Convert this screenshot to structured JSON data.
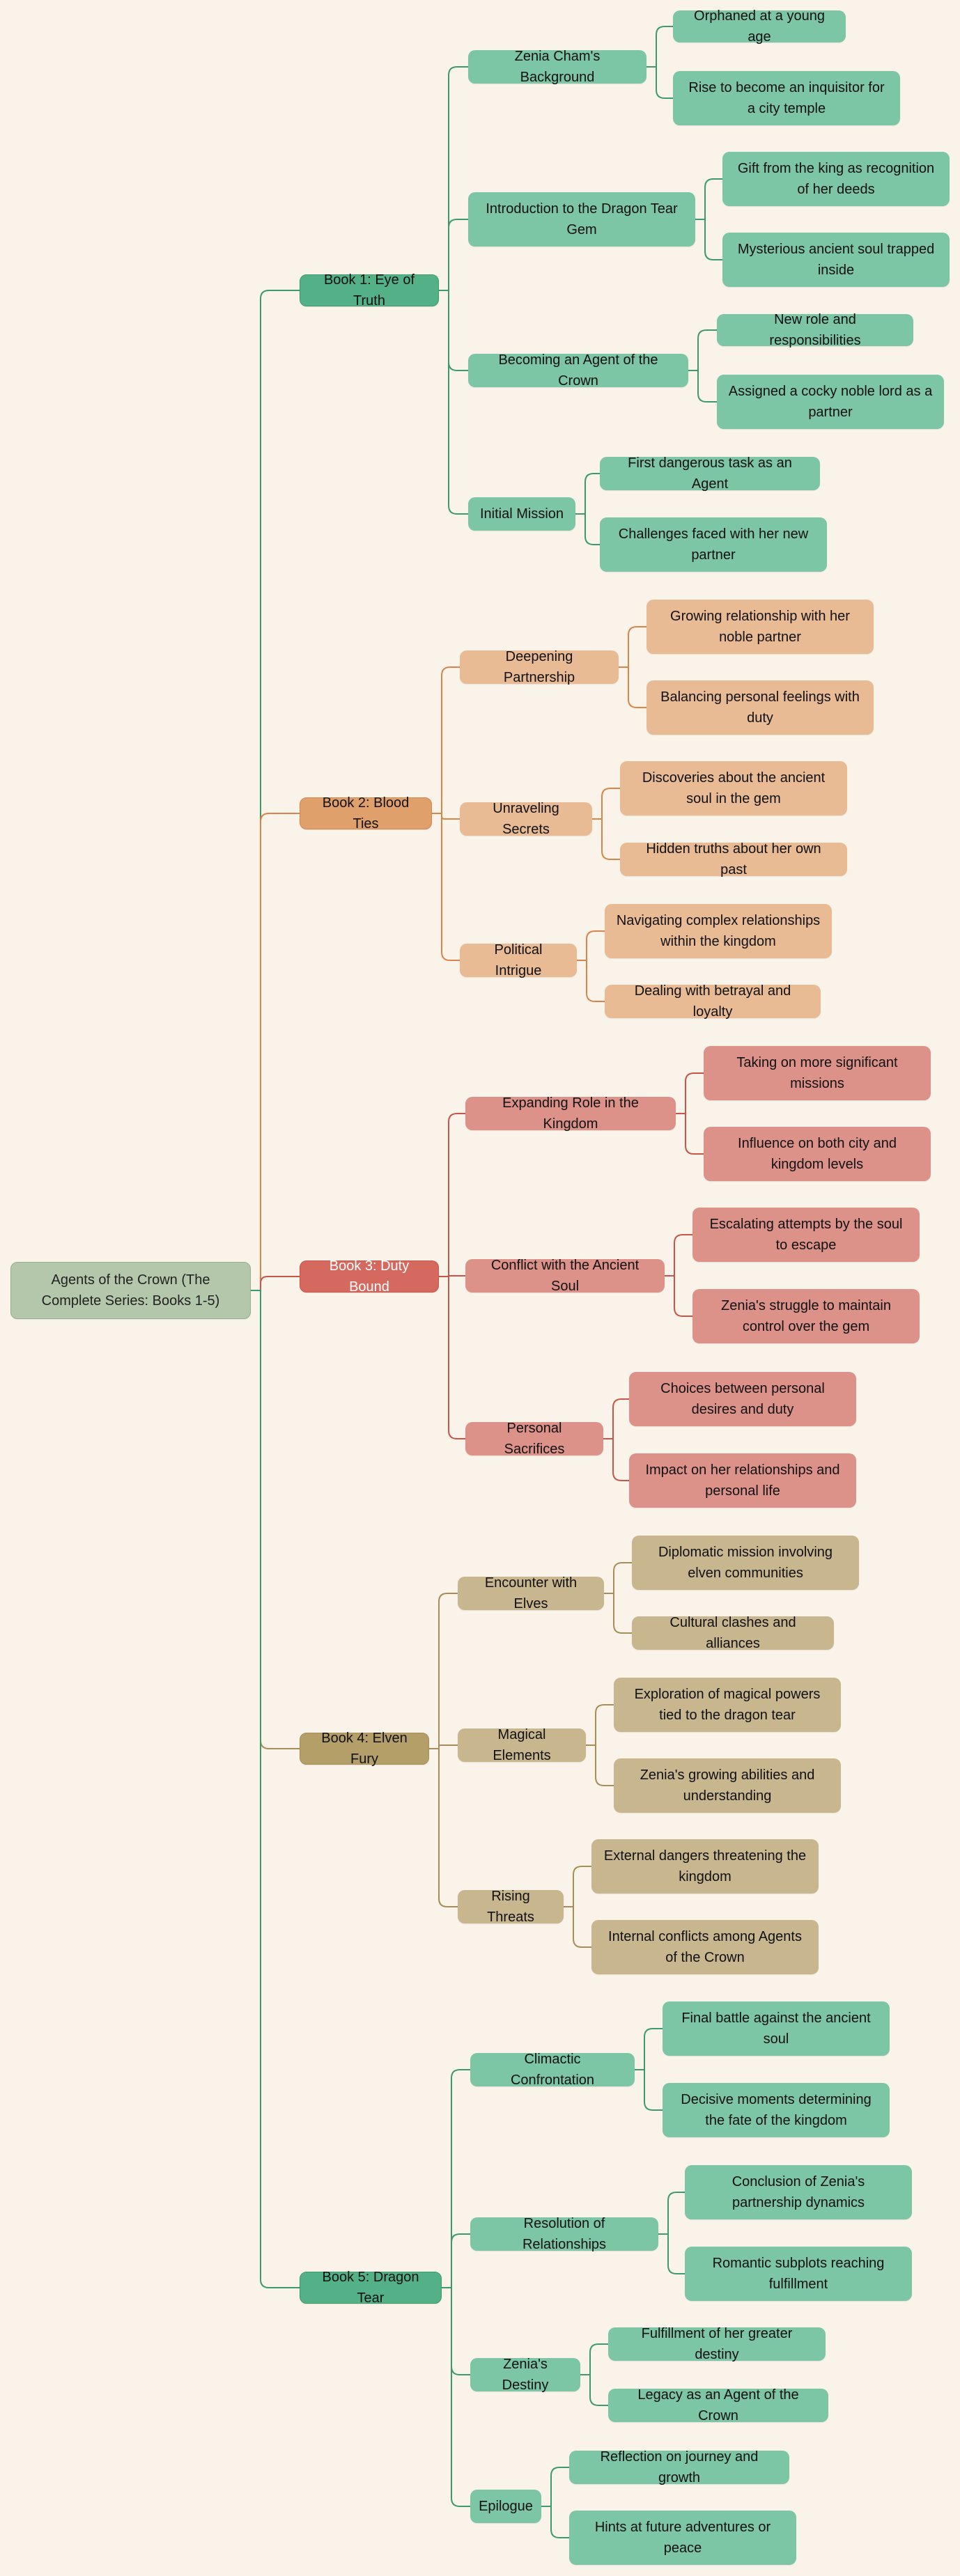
{
  "root": {
    "label": "Agents of the Crown (The Complete Series: Books 1-5)",
    "color": "#b4c7ab",
    "border": "#95ae8c"
  },
  "books": [
    {
      "label": "Book 1: Eye of Truth",
      "theme": {
        "book": "#54b187",
        "topic": "#7cc5a5",
        "detail": "#7cc5a5",
        "line": "#3c9a6e",
        "text": "#111",
        "bookText": "#111"
      },
      "topics": [
        {
          "label": "Zenia Cham's Background",
          "details": [
            "Orphaned at a young age",
            "Rise to become an inquisitor for a city temple"
          ]
        },
        {
          "label": "Introduction to the Dragon Tear Gem",
          "details": [
            "Gift from the king as recognition of her deeds",
            "Mysterious ancient soul trapped inside"
          ]
        },
        {
          "label": "Becoming an Agent of the Crown",
          "details": [
            "New role and responsibilities",
            "Assigned a cocky noble lord as a partner"
          ]
        },
        {
          "label": "Initial Mission",
          "details": [
            "First dangerous task as an Agent",
            "Challenges faced with her new partner"
          ]
        }
      ]
    },
    {
      "label": "Book 2: Blood Ties",
      "theme": {
        "book": "#e0a06c",
        "topic": "#e8bb94",
        "detail": "#e8bb94",
        "line": "#d98449",
        "text": "#111",
        "bookText": "#111"
      },
      "topics": [
        {
          "label": "Deepening Partnership",
          "details": [
            "Growing relationship with her noble partner",
            "Balancing personal feelings with duty"
          ]
        },
        {
          "label": "Unraveling Secrets",
          "details": [
            "Discoveries about the ancient soul in the gem",
            "Hidden truths about her own past"
          ]
        },
        {
          "label": "Political Intrigue",
          "details": [
            "Navigating complex relationships within the kingdom",
            "Dealing with betrayal and loyalty"
          ]
        }
      ]
    },
    {
      "label": "Book 3: Duty Bound",
      "theme": {
        "book": "#d5695f",
        "topic": "#dc9189",
        "detail": "#dc9189",
        "line": "#c85548",
        "text": "#111",
        "bookText": "#ffffff"
      },
      "topics": [
        {
          "label": "Expanding Role in the Kingdom",
          "details": [
            "Taking on more significant missions",
            "Influence on both city and kingdom levels"
          ]
        },
        {
          "label": "Conflict with the Ancient Soul",
          "details": [
            "Escalating attempts by the soul to escape",
            "Zenia's struggle to maintain control over the gem"
          ]
        },
        {
          "label": "Personal Sacrifices",
          "details": [
            "Choices between personal desires and duty",
            "Impact on her relationships and personal life"
          ]
        }
      ]
    },
    {
      "label": "Book 4: Elven Fury",
      "theme": {
        "book": "#b59f69",
        "topic": "#c7b68e",
        "detail": "#c7b68e",
        "line": "#a68e56",
        "text": "#111",
        "bookText": "#111"
      },
      "topics": [
        {
          "label": "Encounter with Elves",
          "details": [
            "Diplomatic mission involving elven communities",
            "Cultural clashes and alliances"
          ]
        },
        {
          "label": "Magical Elements",
          "details": [
            "Exploration of magical powers tied to the dragon tear",
            "Zenia's growing abilities and understanding"
          ]
        },
        {
          "label": "Rising Threats",
          "details": [
            "External dangers threatening the kingdom",
            "Internal conflicts among Agents of the Crown"
          ]
        }
      ]
    },
    {
      "label": "Book 5: Dragon Tear",
      "theme": {
        "book": "#54b187",
        "topic": "#7cc5a5",
        "detail": "#7cc5a5",
        "line": "#3c9a6e",
        "text": "#111",
        "bookText": "#111"
      },
      "topics": [
        {
          "label": "Climactic Confrontation",
          "details": [
            "Final battle against the ancient soul",
            "Decisive moments determining the fate of the kingdom"
          ]
        },
        {
          "label": "Resolution of Relationships",
          "details": [
            "Conclusion of Zenia's partnership dynamics",
            "Romantic subplots reaching fulfillment"
          ]
        },
        {
          "label": "Zenia's Destiny",
          "details": [
            "Fulfillment of her greater destiny",
            "Legacy as an Agent of the Crown"
          ]
        },
        {
          "label": "Epilogue",
          "details": [
            "Reflection on journey and growth",
            "Hints at future adventures or peace"
          ]
        }
      ]
    }
  ]
}
